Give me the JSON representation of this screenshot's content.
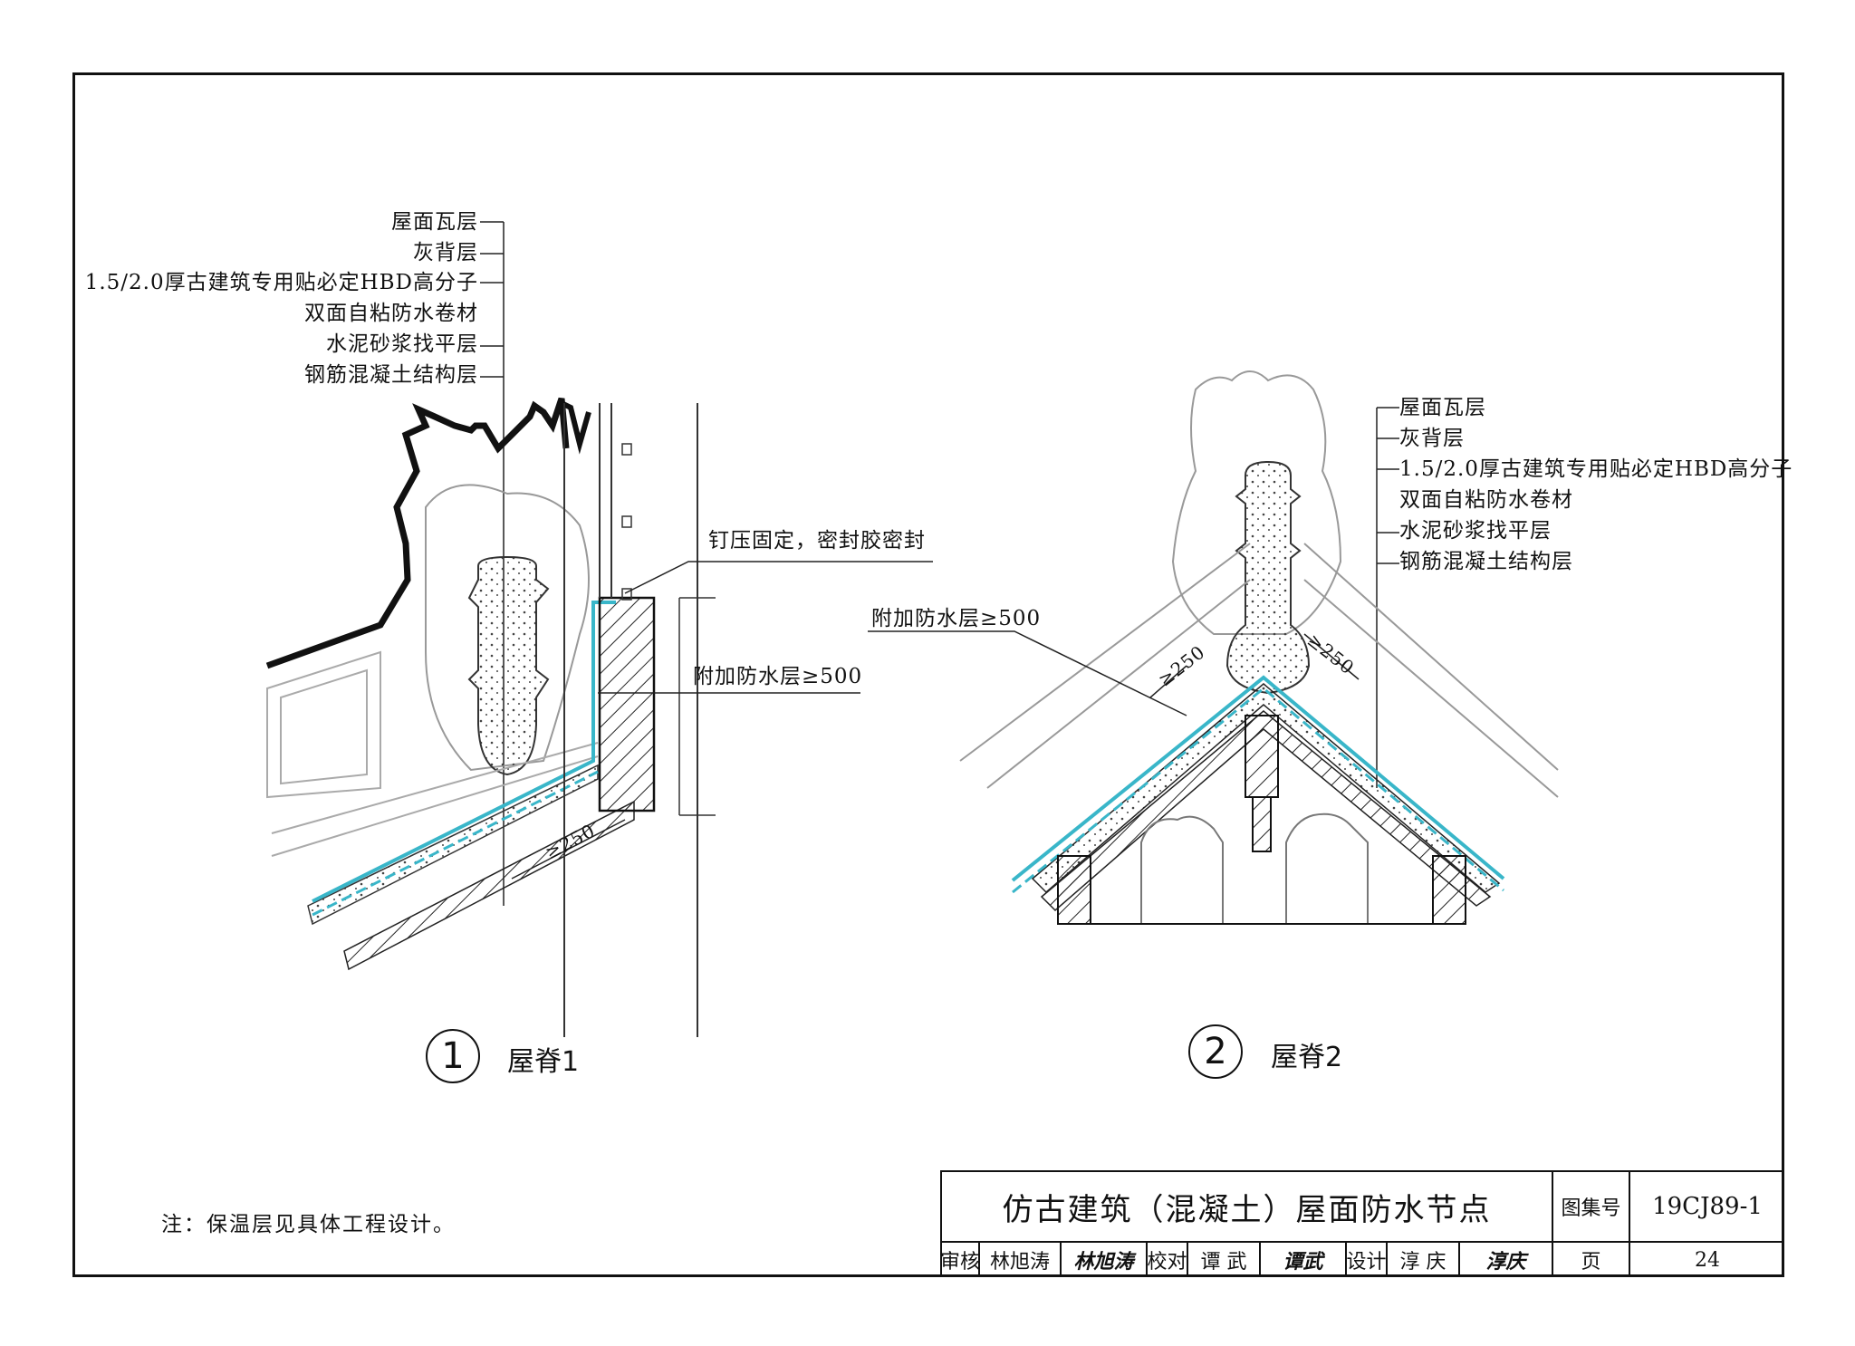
{
  "detail1": {
    "number": "1",
    "title": "屋脊1",
    "layers": [
      "屋面瓦层",
      "灰背层",
      "1.5/2.0厚古建筑专用贴必定HBD高分子",
      "双面自粘防水卷材",
      "水泥砂浆找平层",
      "钢筋混凝土结构层"
    ],
    "callout_fix": "钉压固定，密封胶密封",
    "callout_extra": "附加防水层≥500",
    "dim": "≥250"
  },
  "detail2": {
    "number": "2",
    "title": "屋脊2",
    "layers": [
      "屋面瓦层",
      "灰背层",
      "1.5/2.0厚古建筑专用贴必定HBD高分子",
      "双面自粘防水卷材",
      "水泥砂浆找平层",
      "钢筋混凝土结构层"
    ],
    "callout_extra": "附加防水层≥500",
    "dim_left": "≥250",
    "dim_right": "≥250"
  },
  "note": "注：保温层见具体工程设计。",
  "title_block": {
    "drawing_title": "仿古建筑（混凝土）屋面防水节点",
    "atlas_label": "图集号",
    "atlas_no": "19CJ89-1",
    "review_label": "审核",
    "reviewer": "林旭涛",
    "reviewer_sig": "林旭涛",
    "check_label": "校对",
    "checker": "谭 武",
    "checker_sig": "谭武",
    "design_label": "设计",
    "designer": "淳 庆",
    "designer_sig": "淳庆",
    "page_label": "页",
    "page_no": "24"
  },
  "colors": {
    "membrane": "#39b6c9",
    "ink": "#111111"
  }
}
